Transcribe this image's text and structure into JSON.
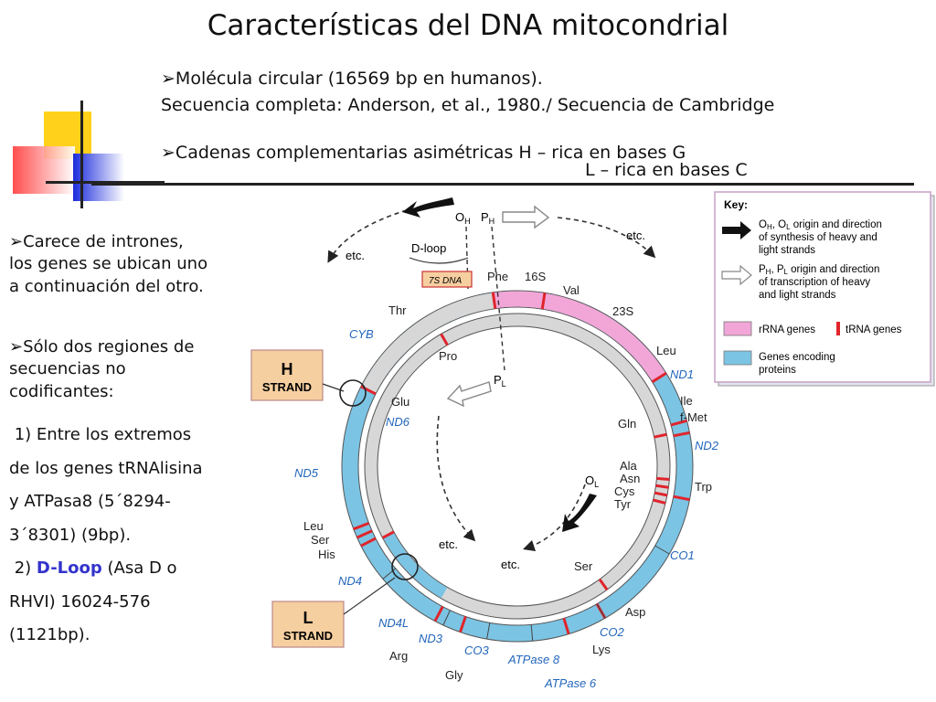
{
  "title": "Características del DNA mitocondrial",
  "bullets": {
    "b1": "Molécula circular (16569 bp en humanos).",
    "b1_sub": "Secuencia completa:  Anderson, et al., 1980./ Secuencia de Cambridge",
    "b2": "Cadenas complementarias asimétricas H – rica en bases G",
    "b2_sub": "L – rica en bases C"
  },
  "left": {
    "p1_l1": "Carece de intrones,",
    "p1_l2": "los genes se ubican uno",
    "p1_l3": "a continuación del otro.",
    "p2_l1": "Sólo dos regiones de",
    "p2_l2": "secuencias no",
    "p2_l3": "codificantes:",
    "p3_l1": " 1) Entre los extremos",
    "p3_l2": "de los genes tRNAlisina",
    "p3_l3": "y ATPasa8 (5´8294-",
    "p3_l4": "3´8301) (9bp).",
    "p4_pre": " 2) ",
    "p4_dloop": "D-Loop",
    "p4_post": " (Asa D o",
    "p4_l2": "RHVI) 16024-576",
    "p4_l3": "(1121bp)."
  },
  "diagram": {
    "oh": "O",
    "oh_sub": "H",
    "ph": "P",
    "ph_sub": "H",
    "pl": "P",
    "pl_sub": "L",
    "ol": "O",
    "ol_sub": "L",
    "dloop": "D-loop",
    "ds7": "7S DNA",
    "etc": "etc.",
    "h_strand_1": "H",
    "h_strand_2": "STRAND",
    "l_strand_1": "L",
    "l_strand_2": "STRAND",
    "outer_labels": {
      "phe": "Phe",
      "s16": "16S",
      "val": "Val",
      "s23": "23S",
      "leu1": "Leu",
      "nd1": "ND1",
      "ile": "Ile",
      "fmet": "f-Met",
      "nd2": "ND2",
      "trp": "Trp",
      "co1": "CO1",
      "asp": "Asp",
      "co2": "CO2",
      "lys": "Lys",
      "atp8": "ATPase 8",
      "atp6": "ATPase 6",
      "co3": "CO3",
      "gly": "Gly",
      "nd3": "ND3",
      "arg": "Arg",
      "nd4l": "ND4L",
      "nd4": "ND4",
      "his": "His",
      "ser2": "Ser",
      "leu2": "Leu",
      "nd5": "ND5",
      "cyb": "CYB",
      "thr": "Thr"
    },
    "inner_labels": {
      "pro": "Pro",
      "glu": "Glu",
      "nd6": "ND6",
      "gln": "Gln",
      "ala": "Ala",
      "asn": "Asn",
      "cys": "Cys",
      "tyr": "Tyr",
      "ser1": "Ser"
    },
    "key": {
      "title": "Key:",
      "k1_a": "O",
      "k1_b": "H",
      "k1_c": ", O",
      "k1_d": "L",
      "k1_e": " origin and direction",
      "k1_l2": "of synthesis of heavy and",
      "k1_l3": "light strands",
      "k2_a": "P",
      "k2_b": "H",
      "k2_c": ", P",
      "k2_d": "L",
      "k2_e": " origin and direction",
      "k2_l2": "of transcription of heavy",
      "k2_l3": "and light strands",
      "k3": "rRNA genes",
      "k4": "tRNA genes",
      "k5_l1": "Genes encoding",
      "k5_l2": "proteins"
    },
    "colors": {
      "rrna": "#f2a6d8",
      "protein": "#7cc4e4",
      "trna": "#e0242c",
      "gray": "#d7d7d7",
      "strand_box": "#f6cfa0"
    }
  }
}
